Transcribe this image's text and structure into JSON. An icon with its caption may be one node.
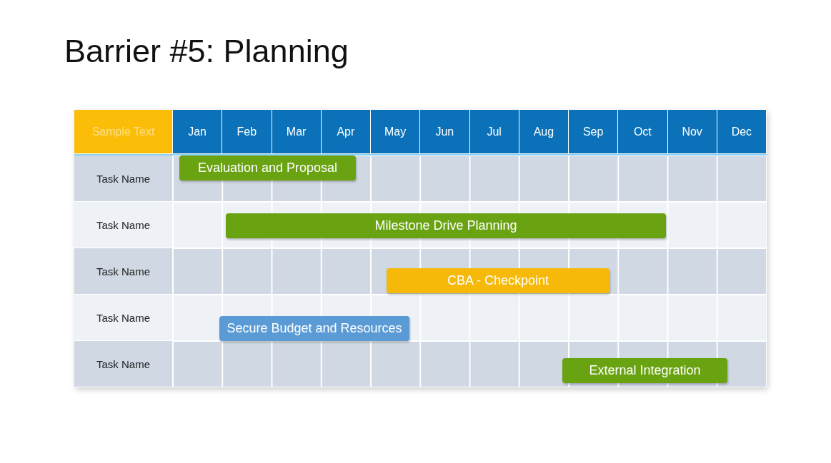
{
  "diagram": {
    "title": "Barrier #5: Planning",
    "nodes": [
      {
        "text": [
          "Evaluation and Proposal"
        ]
      },
      {
        "text": [
          "Milestone Drive Planning"
        ]
      },
      {
        "text": [
          "CBA - Checkpoint"
        ]
      },
      {
        "text": [
          "Secure Budget and Resources"
        ]
      },
      {
        "text": [
          "External Integration"
        ]
      }
    ],
    "labels": [
      "Sample Text",
      "Jan",
      "Feb",
      "Mar",
      "Apr",
      "May",
      "Jun",
      "Jul",
      "Aug",
      "Sep",
      "Oct",
      "Nov",
      "Dec",
      "Task Name",
      "Task Name",
      "Task Name",
      "Task Name",
      "Task Name"
    ]
  }
}
